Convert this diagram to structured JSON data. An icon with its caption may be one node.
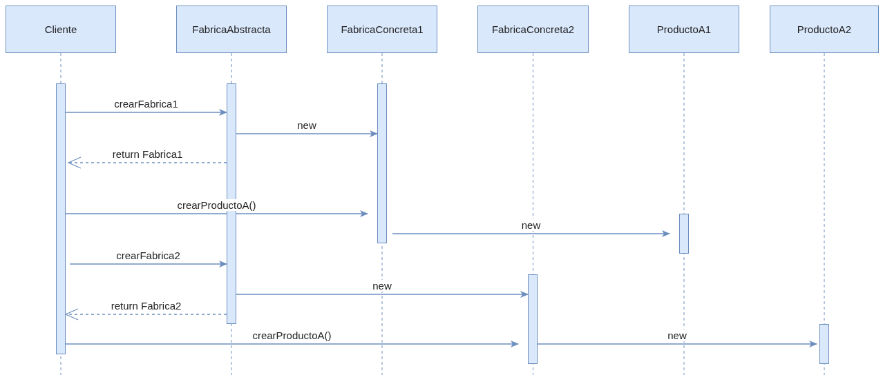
{
  "diagram": {
    "nodes": [
      {
        "text": [
          "Cliente"
        ]
      },
      {
        "text": [
          "FabricaAbstracta"
        ]
      },
      {
        "text": [
          "FabricaConcreta1"
        ]
      },
      {
        "text": [
          "FabricaConcreta2"
        ]
      },
      {
        "text": [
          "ProductoA1"
        ]
      },
      {
        "text": [
          "ProductoA2"
        ]
      },
      {
        "text": [],
        "shape": "bar"
      },
      {
        "text": [],
        "shape": "bar"
      },
      {
        "text": [],
        "shape": "bar"
      },
      {
        "text": [],
        "shape": "bar"
      },
      {
        "text": [],
        "shape": "bar"
      },
      {
        "text": [],
        "shape": "bar"
      }
    ],
    "edges": [
      {
        "from": 6,
        "to": 7,
        "arrow": "to",
        "label": "crearFabrica1"
      },
      {
        "from": 7,
        "to": 8,
        "arrow": "to",
        "label": "new"
      },
      {
        "from": 7,
        "to": 6,
        "arrow": "to",
        "label": "return Fabrica1",
        "style": "dashed"
      },
      {
        "from": 6,
        "to": 8,
        "arrow": "to",
        "label": "crearProductoA()"
      },
      {
        "from": 8,
        "to": 10,
        "arrow": "to",
        "label": "new"
      },
      {
        "from": 6,
        "to": 7,
        "arrow": "to",
        "label": "crearFabrica2"
      },
      {
        "from": 7,
        "to": 9,
        "arrow": "to",
        "label": "new"
      },
      {
        "from": 7,
        "to": 6,
        "arrow": "to",
        "label": "return Fabrica2",
        "style": "dashed"
      },
      {
        "from": 6,
        "to": 9,
        "arrow": "to",
        "label": "crearProductoA()"
      },
      {
        "from": 9,
        "to": 11,
        "arrow": "to",
        "label": "new"
      }
    ]
  }
}
